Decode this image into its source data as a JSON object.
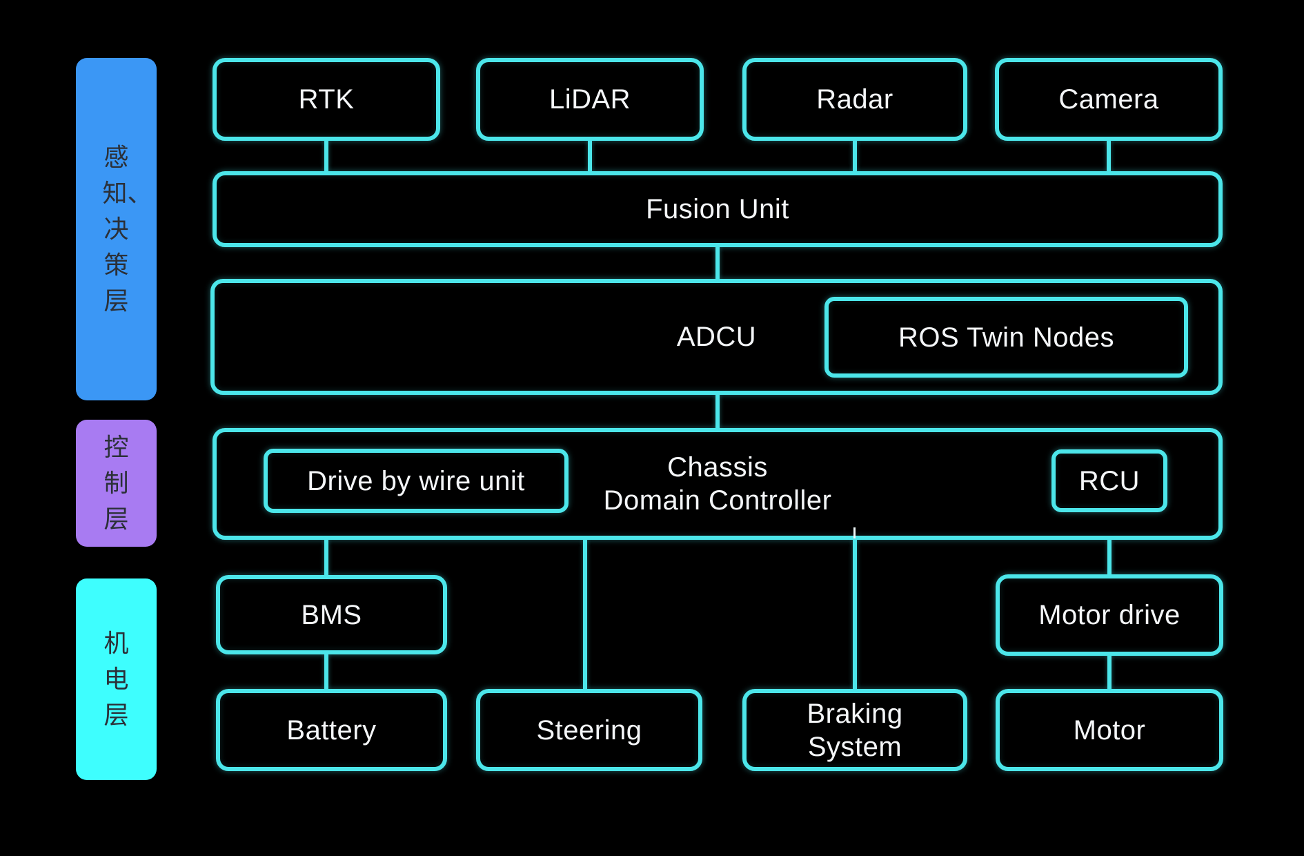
{
  "colors": {
    "background": "#000000",
    "stroke": "#4CE6EA",
    "node_text": "#F4F6F8",
    "layer_text": "#2B3038",
    "layer_perception_bg": "#3B97F5",
    "layer_control_bg": "#A87BF2",
    "layer_mech_bg": "#3EFEFE"
  },
  "layers": [
    {
      "name": "perception-decision",
      "label": "感知、决策层"
    },
    {
      "name": "control",
      "label": "控制层"
    },
    {
      "name": "mechatronics",
      "label": "机电层"
    }
  ],
  "nodes": {
    "rtk": "RTK",
    "lidar": "LiDAR",
    "radar": "Radar",
    "camera": "Camera",
    "fusion": "Fusion Unit",
    "adcu": "ADCU",
    "ros_twin_nodes": "ROS Twin Nodes",
    "chassis_line1": "Chassis",
    "chassis_line2": "Domain Controller",
    "drive_by_wire": "Drive by wire unit",
    "rcu": "RCU",
    "bms": "BMS",
    "motor_drive": "Motor drive",
    "battery": "Battery",
    "steering": "Steering",
    "braking_line1": "Braking",
    "braking_line2": "System",
    "motor": "Motor"
  },
  "edges": [
    [
      "RTK",
      "Fusion Unit"
    ],
    [
      "LiDAR",
      "Fusion Unit"
    ],
    [
      "Radar",
      "Fusion Unit"
    ],
    [
      "Camera",
      "Fusion Unit"
    ],
    [
      "Fusion Unit",
      "ADCU"
    ],
    [
      "ADCU",
      "Chassis Domain Controller"
    ],
    [
      "Chassis Domain Controller",
      "BMS"
    ],
    [
      "Chassis Domain Controller",
      "Steering"
    ],
    [
      "Chassis Domain Controller",
      "Braking System"
    ],
    [
      "Chassis Domain Controller",
      "Motor drive"
    ],
    [
      "BMS",
      "Battery"
    ],
    [
      "Motor drive",
      "Motor"
    ]
  ]
}
